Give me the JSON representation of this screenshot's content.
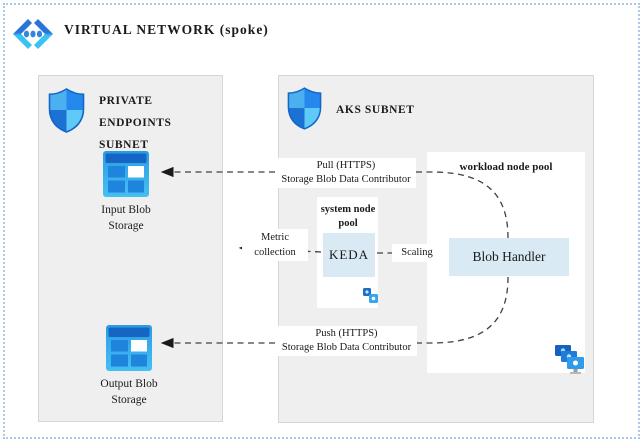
{
  "header": {
    "title": "VIRTUAL NETWORK (spoke)"
  },
  "private_endpoints_subnet": {
    "title": "PRIVATE ENDPOINTS SUBNET",
    "items": [
      {
        "label": "Input Blob Storage",
        "icon": "blob-storage-icon"
      },
      {
        "label": "Output Blob Storage",
        "icon": "blob-storage-icon"
      }
    ]
  },
  "aks_subnet": {
    "title": "AKS SUBNET",
    "system_node_pool": {
      "title": "system node pool",
      "component": "KEDA",
      "icon": "aks-icon"
    },
    "workload_node_pool": {
      "title": "workload node pool",
      "component": "Blob Handler",
      "icon": "vm-scale-set-icon"
    }
  },
  "arrows": {
    "pull": {
      "line1": "Pull (HTTPS)",
      "line2": "Storage Blob Data Contributor"
    },
    "push": {
      "line1": "Push (HTTPS)",
      "line2": "Storage Blob Data Contributor"
    },
    "metric": {
      "line1": "Metric",
      "line2": "collection"
    },
    "scaling": {
      "label": "Scaling"
    }
  },
  "icons": [
    "virtual-network-icon",
    "subnet-shield-icon",
    "blob-storage-icon",
    "aks-icon",
    "vm-scale-set-icon"
  ],
  "colors": {
    "outer_border": "#a9cbe9",
    "subnet_background": "#efefef",
    "subnet_border": "#d6d6d6",
    "node_pool_background": "#ffffff",
    "component_background": "#d9eaf4",
    "arrow": "#404040",
    "azure_blue_dark": "#1b6ec8",
    "azure_blue": "#2a8ae0",
    "azure_cyan": "#42c2f2"
  }
}
